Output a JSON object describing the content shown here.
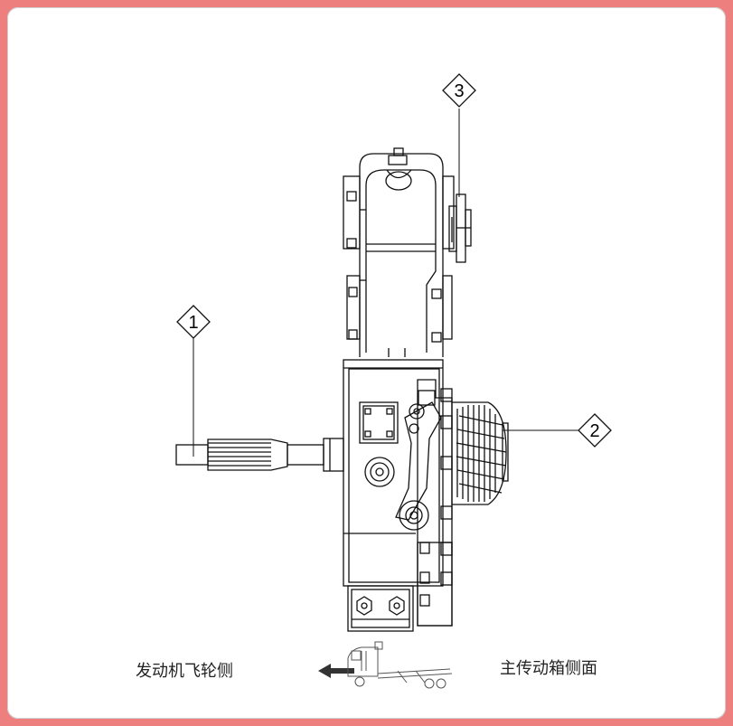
{
  "callouts": [
    {
      "id": "1",
      "label": "1"
    },
    {
      "id": "2",
      "label": "2"
    },
    {
      "id": "3",
      "label": "3"
    }
  ],
  "captions": {
    "left": "发动机飞轮侧",
    "right": "主传动箱侧面"
  },
  "colors": {
    "frame": "#ee7f7f",
    "line": "#111111"
  },
  "icons": {
    "arrow": "left-arrow-icon",
    "truck": "truck-chassis-icon"
  }
}
